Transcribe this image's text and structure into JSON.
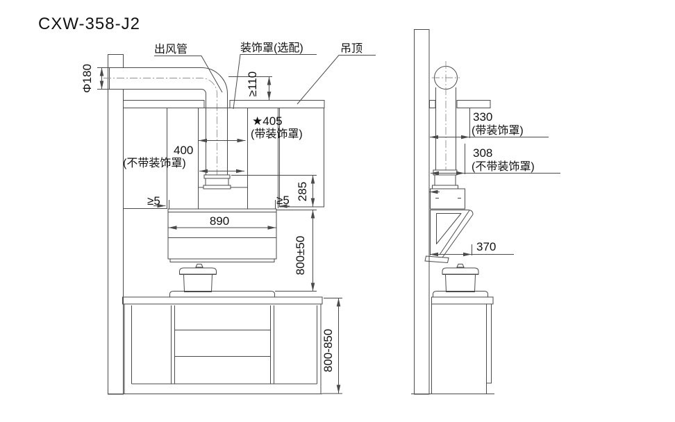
{
  "title": "CXW-358-J2",
  "colors": {
    "line": "#4a4a4a",
    "text": "#111111",
    "centerline": "#8f8f8f",
    "background": "#ffffff"
  },
  "front_view": {
    "labels": {
      "outlet_pipe": "出风管",
      "decorative_cover_optional": "装饰罩(选配)",
      "ceiling": "吊顶"
    },
    "dimensions": {
      "pipe_diameter": "Φ180",
      "min_ceiling_clearance": "≥110",
      "chimney_width_with_cover": "★405",
      "chimney_width_with_cover_note": "(带装饰罩)",
      "chimney_width_without_cover": "400",
      "chimney_width_without_cover_note": "(不带装饰罩)",
      "left_side_clearance": "≥5",
      "right_side_clearance": "≥5",
      "hood_width": "890",
      "upper_section_height": "285",
      "mounting_height": "800±50",
      "counter_height_range": "800-850"
    }
  },
  "side_view": {
    "dimensions": {
      "depth_with_cover": "330",
      "depth_with_cover_note": "(带装饰罩)",
      "depth_without_cover": "308",
      "depth_without_cover_note": "(不带装饰罩)",
      "hood_depth": "370"
    }
  }
}
